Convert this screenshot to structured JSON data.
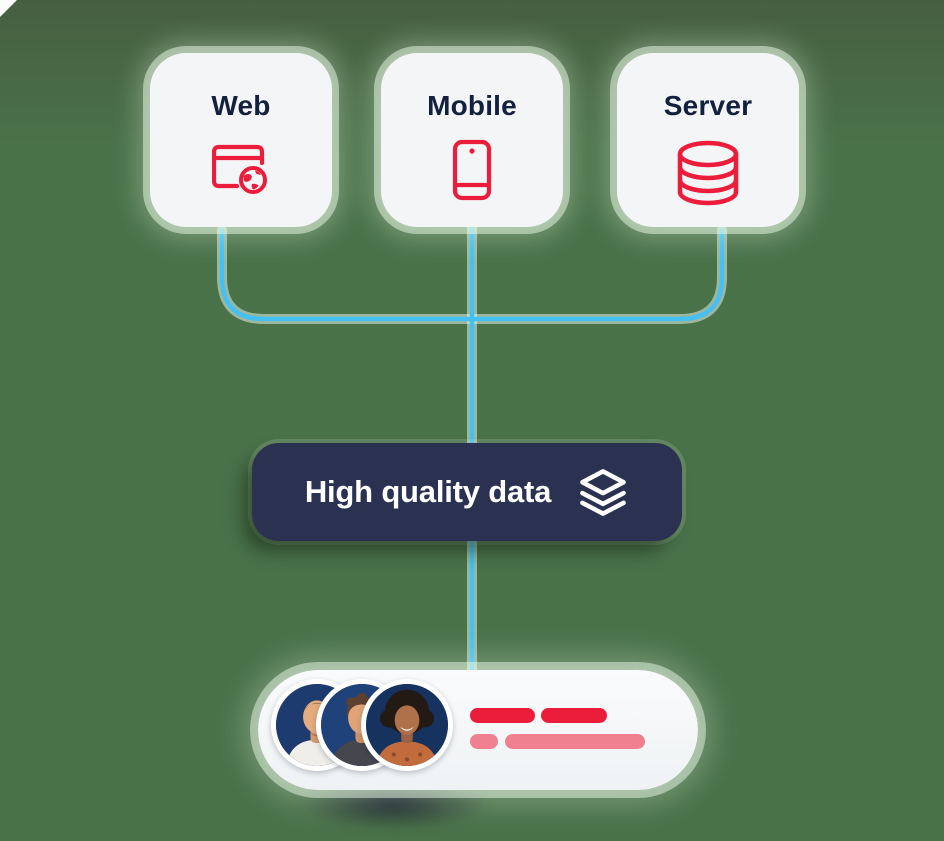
{
  "canvas": {
    "background_color": "#4A7249",
    "description": "Data sources feeding into high quality data, delivered to people"
  },
  "sources": [
    {
      "id": "web",
      "label": "Web",
      "icon": "browser-globe-icon"
    },
    {
      "id": "mobile",
      "label": "Mobile",
      "icon": "smartphone-icon"
    },
    {
      "id": "server",
      "label": "Server",
      "icon": "database-icon"
    }
  ],
  "hub": {
    "label": "High quality data",
    "icon": "layers-icon",
    "background_color": "#2B3251",
    "text_color": "#FFFFFF"
  },
  "audience": {
    "avatars": [
      {
        "id": "avatar-1",
        "description": "man with short dark hair, white shirt"
      },
      {
        "id": "avatar-2",
        "description": "man with curly brown hair, dark shirt"
      },
      {
        "id": "avatar-3",
        "description": "woman with curly afro hair, patterned top"
      }
    ]
  },
  "colors": {
    "accent_red": "#EC1C3B",
    "accent_pink": "#F0808F",
    "connector_cyan": "#44C1F2",
    "card_background": "#F3F5F7",
    "label_navy": "#13203E",
    "avatar_background_navy": "#1D3B6E"
  }
}
